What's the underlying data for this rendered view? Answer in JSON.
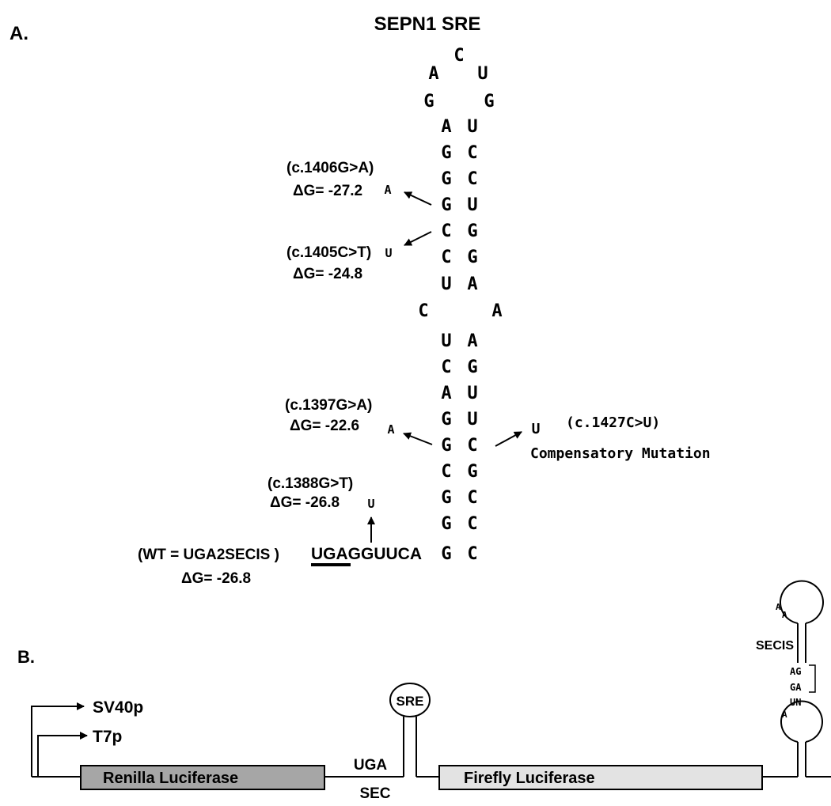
{
  "panel_a": {
    "label": "A.",
    "title": "SEPN1 SRE",
    "loop": {
      "top": "C",
      "upper_left": "A",
      "upper_right": "U",
      "lower_left": "G",
      "lower_right": "G"
    },
    "upper_stem": [
      {
        "left": "A",
        "right": "U"
      },
      {
        "left": "G",
        "right": "C"
      },
      {
        "left": "G",
        "right": "C"
      },
      {
        "left": "G",
        "right": "U"
      },
      {
        "left": "C",
        "right": "G"
      },
      {
        "left": "C",
        "right": "G"
      },
      {
        "left": "U",
        "right": "A"
      }
    ],
    "bulge": {
      "left": "C",
      "right": "A"
    },
    "lower_stem": [
      {
        "left": "U",
        "right": "A"
      },
      {
        "left": "C",
        "right": "G"
      },
      {
        "left": "A",
        "right": "U"
      },
      {
        "left": "G",
        "right": "U"
      },
      {
        "left": "G",
        "right": "C"
      },
      {
        "left": "C",
        "right": "G"
      },
      {
        "left": "G",
        "right": "C"
      },
      {
        "left": "G",
        "right": "C"
      },
      {
        "left": "G",
        "right": "C"
      }
    ],
    "mutations": [
      {
        "name": "(c.1406G>A)",
        "dg": "ΔG= -27.2",
        "base": "A"
      },
      {
        "name": "(c.1405C>T)",
        "dg": "ΔG= -24.8",
        "base": "U"
      },
      {
        "name": "(c.1397G>A)",
        "dg": "ΔG= -22.6",
        "base": "A"
      },
      {
        "name": "(c.1388G>T)",
        "dg": "ΔG= -26.8",
        "base": "U"
      }
    ],
    "compensatory": {
      "base": "U",
      "name": "(c.1427C>U)",
      "text": "Compensatory Mutation"
    },
    "wildtype": {
      "label": "(WT = UGA2SECIS )",
      "dg": "ΔG= -26.8",
      "seq_underlined": "UGA",
      "seq_rest": "GGUUCA"
    }
  },
  "panel_b": {
    "label": "B.",
    "promoter_1": "SV40p",
    "promoter_2": "T7p",
    "renilla": "Renilla Luciferase",
    "firefly": "Firefly Luciferase",
    "uga": "UGA",
    "sec": "SEC",
    "sre": "SRE",
    "secis": "SECIS",
    "secis_bases": {
      "a1": "A",
      "a2": "A",
      "ag": "AG",
      "ga": "GA",
      "un": "UN",
      "a3": "A"
    },
    "colors": {
      "renilla_fill": "#a6a6a6",
      "firefly_fill": "#e3e3e3"
    }
  }
}
